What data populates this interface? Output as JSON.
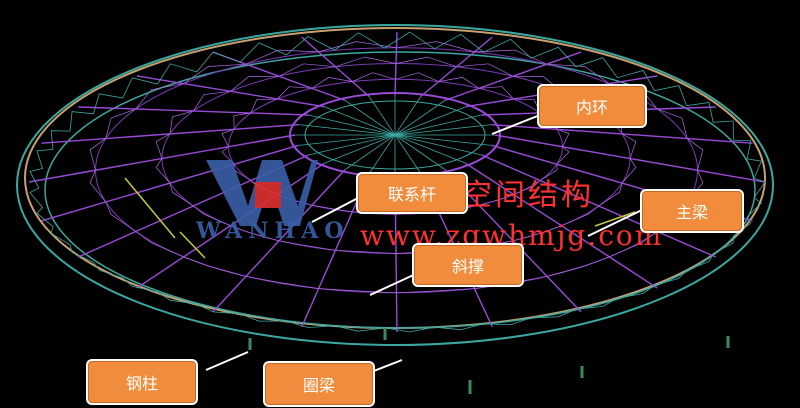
{
  "labels": {
    "inner_ring": "内环",
    "tie_bar": "联系杆",
    "main_beam": "主梁",
    "diagonal_brace": "斜撑",
    "steel_column": "钢柱",
    "ring_beam": "圈梁"
  },
  "watermark": {
    "company": "万豪空间结构",
    "url": "www.zgwhmjg.com",
    "logo_text": "WANHAO"
  },
  "colors": {
    "background": "#000000",
    "callout": "#f08c3c",
    "watermark": "#ff3030",
    "logo": "#3a5fa8",
    "truss_purple": "#9a4ad8",
    "ring_tan": "#c8a070",
    "ring_teal": "#3aa8a0"
  }
}
